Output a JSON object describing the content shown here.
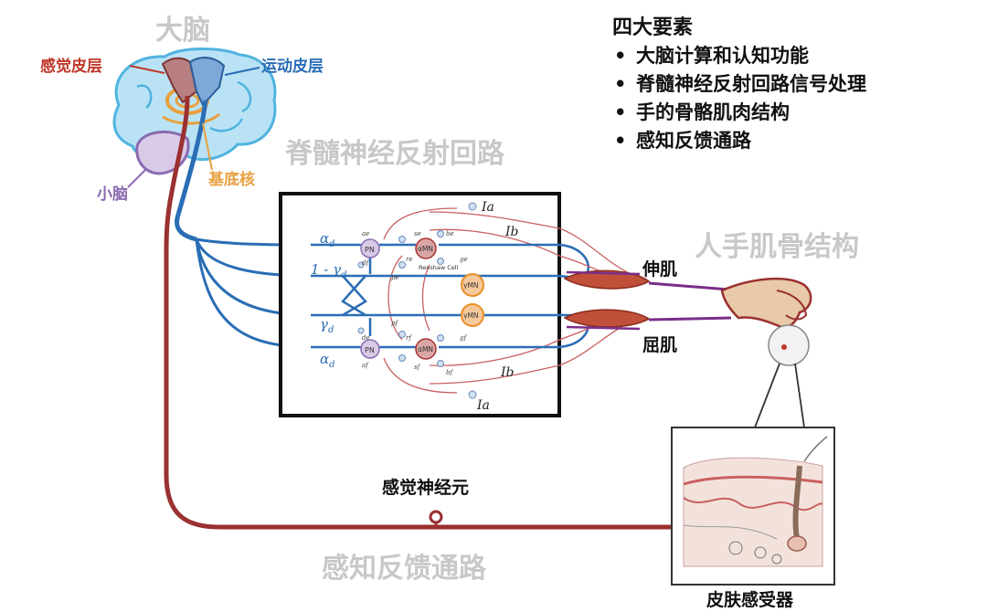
{
  "brain": {
    "title": "大脑",
    "sensory_cortex": "感觉皮层",
    "motor_cortex": "运动皮层",
    "cerebellum": "小脑",
    "basal_ganglia": "基底核"
  },
  "spinal_circuit": {
    "title": "脊髓神经反射回路",
    "signals": {
      "alpha_d_top": "α",
      "alpha_d_bottom": "α",
      "gamma_d_top": "1 - γ",
      "gamma_d_bottom": "γ",
      "subscript": "d",
      "Ia_top": "Ia",
      "Ib_top": "Ib",
      "Ia_bottom": "Ia",
      "Ib_bottom": "Ib"
    },
    "nodes": {
      "pn": "PN",
      "amn": "αMN",
      "gmn": "γMN",
      "renshaw": "Renshaw Cell"
    },
    "small_labels": [
      "ae",
      "af",
      "df",
      "de",
      "se",
      "sf",
      "be",
      "bf",
      "ge",
      "gf",
      "pe",
      "pf",
      "re",
      "rf"
    ]
  },
  "hand": {
    "title": "人手肌骨结构",
    "extensor": "伸肌",
    "flexor": "屈肌"
  },
  "sensory_neuron": "感觉神经元",
  "feedback_path": "感知反馈通路",
  "skin_receptor": "皮肤感受器",
  "legend": {
    "title": "四大要素",
    "bullet": "•",
    "items": [
      "大脑计算和认知功能",
      "脊髓神经反射回路信号处理",
      "手的骨骼肌肉结构",
      "感知反馈通路"
    ]
  },
  "colors": {
    "sensory_red": "#c0392b",
    "motor_blue": "#2a6db5",
    "gray_title": "#c8c8c8",
    "basal_orange": "#e8a040",
    "cerebellum_purple": "#8a6bb0",
    "nerve_brown": "#9a3030"
  }
}
